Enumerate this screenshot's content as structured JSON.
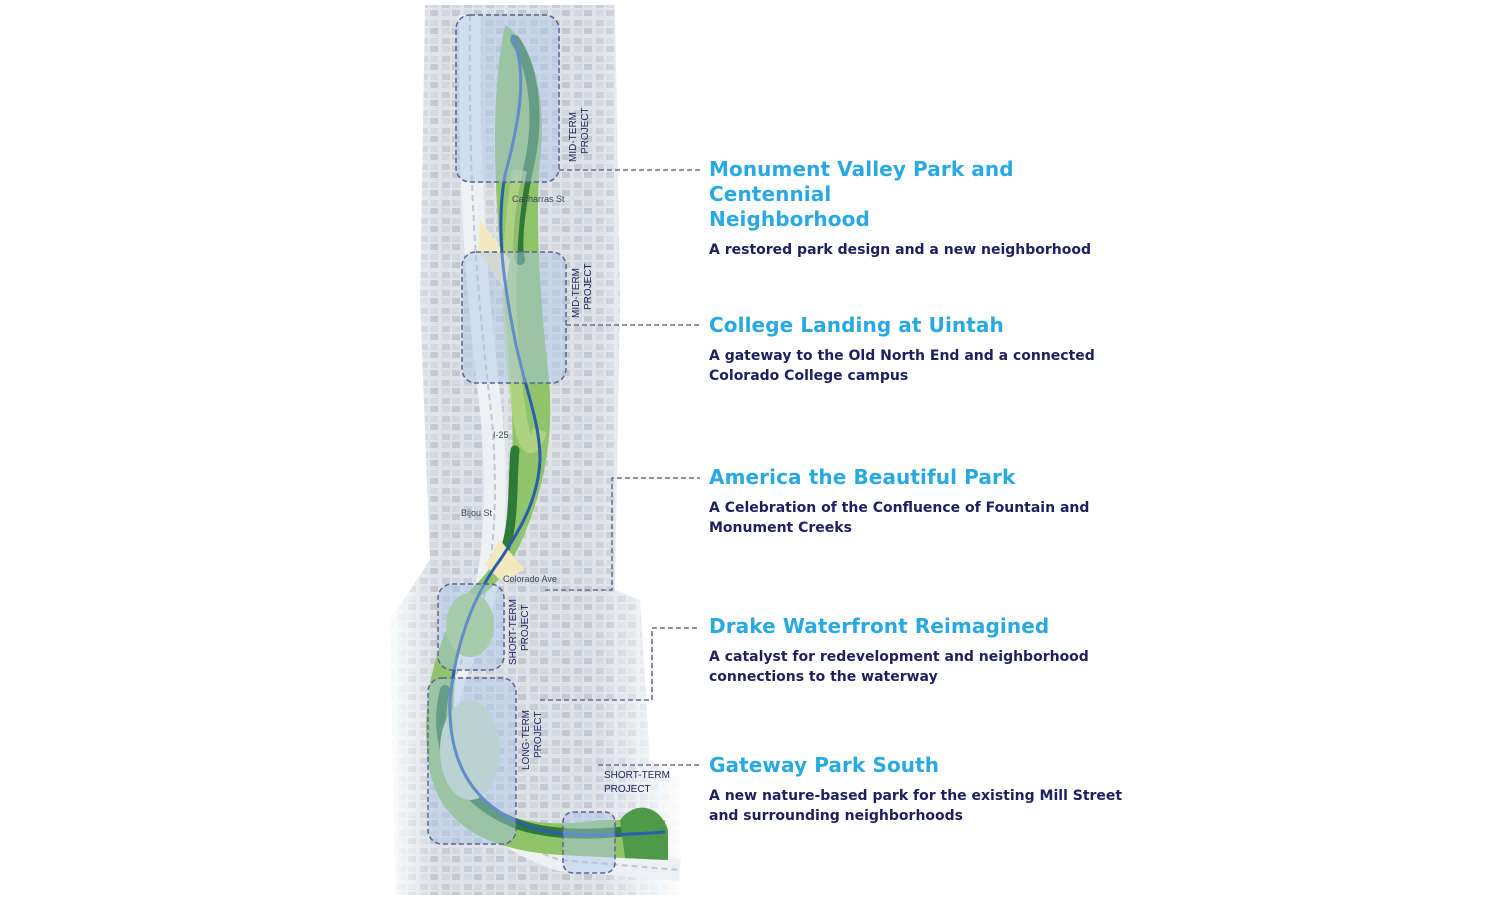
{
  "map": {
    "streets": {
      "cucharras": "Cacharras St",
      "i25": "I-25",
      "bijou": "Bijou St",
      "colorado": "Colorado Ave"
    },
    "project_labels": [
      [
        "MID-TERM",
        "PROJECT"
      ],
      [
        "MID-TERM",
        "PROJECT"
      ],
      [
        "SHORT-TERM",
        "PROJECT"
      ],
      [
        "LONG-TERM",
        "PROJECT"
      ],
      [
        "SHORT-TERM",
        "PROJECT"
      ]
    ]
  },
  "projects": [
    {
      "title": "Monument Valley Park and Centennial Neighborhood",
      "title_lines": [
        "Monument Valley Park and Centennial",
        "Neighborhood"
      ],
      "description": "A restored park design and a new neighborhood"
    },
    {
      "title": "College Landing at Uintah",
      "description_lines": [
        "A gateway to the Old North End and a connected",
        "Colorado College campus"
      ]
    },
    {
      "title": "America the Beautiful Park",
      "description_lines": [
        "A Celebration of the Confluence of Fountain and",
        "Monument Creeks"
      ]
    },
    {
      "title": "Drake Waterfront Reimagined",
      "description_lines": [
        "A catalyst for redevelopment and neighborhood",
        "connections to the waterway"
      ]
    },
    {
      "title": "Gateway Park South",
      "description_lines": [
        "A new nature-based park for the existing Mill Street",
        "and surrounding neighborhoods"
      ]
    }
  ],
  "colors": {
    "title": "#29a9e0",
    "description": "#1d1f5e",
    "leader": "#6f6a94",
    "zone_fill": "#a9c6e8",
    "park_green": "#6fae4e",
    "dark_green": "#2f7a36",
    "creek": "#2a5db0"
  }
}
